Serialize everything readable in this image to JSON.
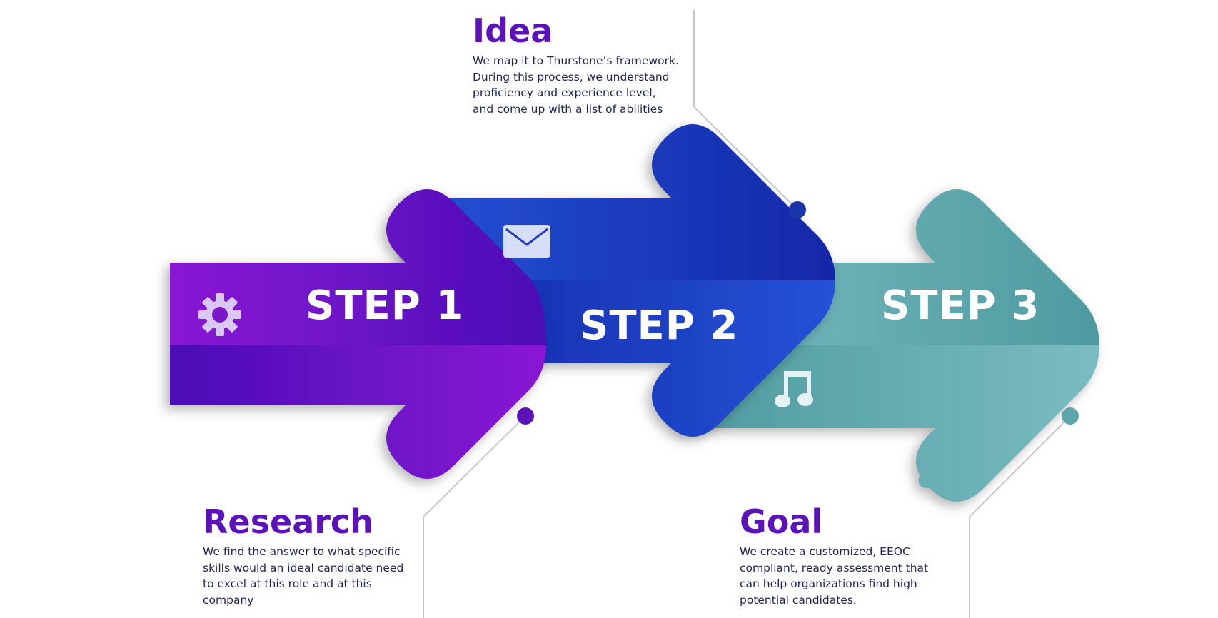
{
  "steps": [
    {
      "label": "STEP 1",
      "icon": "gear-icon",
      "heading": "Research",
      "text": "We find the answer to what specific skills would an ideal candidate need to excel at this role and at this company",
      "colors": {
        "dark": "#4a10b6",
        "light": "#8a14d4"
      }
    },
    {
      "label": "STEP 2",
      "icon": "envelope-icon",
      "heading": "Idea",
      "text": "We map it to Thurstone’s framework. During this process, we understand proficiency and experience level, and come up with a list of abilities",
      "colors": {
        "dark": "#1327a8",
        "light": "#2552d6"
      }
    },
    {
      "label": "STEP 3",
      "icon": "music-note-icon",
      "heading": "Goal",
      "text": "We create a customized, EEOC compliant, ready assessment that can help organizations find high potential candidates.",
      "colors": {
        "dark": "#4e9aa0",
        "light": "#7abcc2"
      }
    }
  ],
  "accent_colors": {
    "heading": "#5b13b9",
    "body_text": "#1f2456",
    "connector": "#c8c8c8"
  }
}
